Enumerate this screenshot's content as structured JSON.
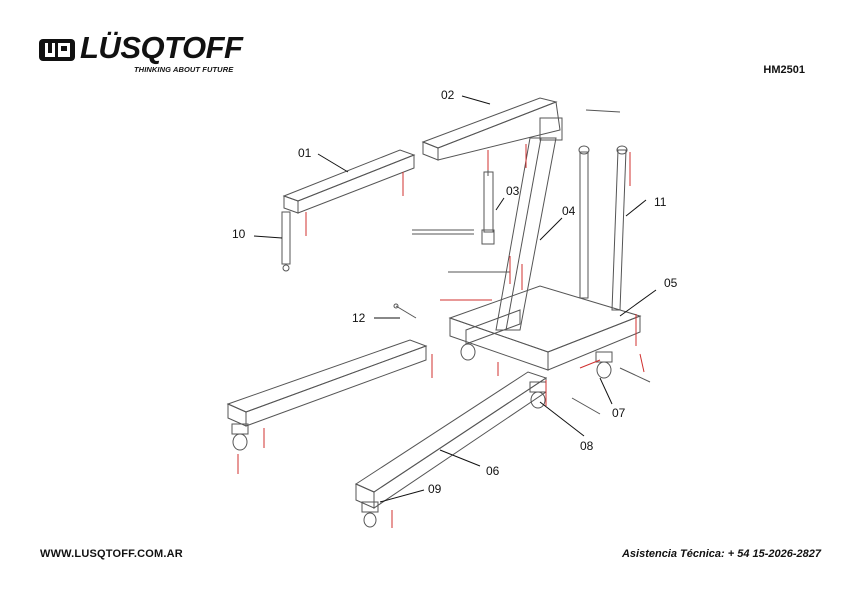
{
  "brand": {
    "name": "LÜSQTOFF",
    "tagline": "THINKING ABOUT FUTURE"
  },
  "model": "HM2501",
  "footer": {
    "website": "WWW.LUSQTOFF.COM.AR",
    "support": "Asistencia Técnica: + 54 15-2026-2827"
  },
  "parts": [
    {
      "id": "01"
    },
    {
      "id": "02"
    },
    {
      "id": "03"
    },
    {
      "id": "04"
    },
    {
      "id": "05"
    },
    {
      "id": "06"
    },
    {
      "id": "07"
    },
    {
      "id": "08"
    },
    {
      "id": "09"
    },
    {
      "id": "10"
    },
    {
      "id": "11"
    },
    {
      "id": "12"
    }
  ],
  "colors": {
    "line": "#555555",
    "fastener": "#d0302f",
    "text": "#111111"
  }
}
